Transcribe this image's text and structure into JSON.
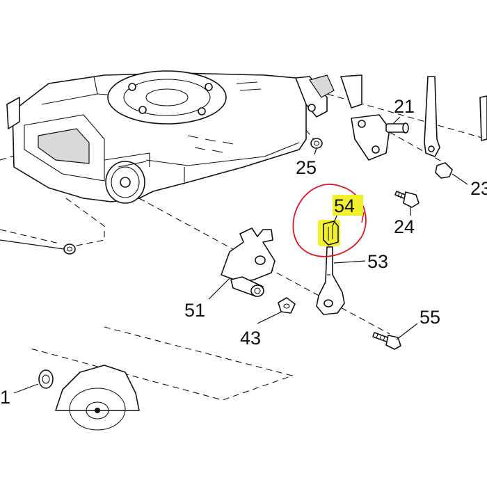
{
  "diagram": {
    "labels": [
      {
        "id": "21",
        "text": "21"
      },
      {
        "id": "23",
        "text": "23"
      },
      {
        "id": "24",
        "text": "24"
      },
      {
        "id": "25",
        "text": "25"
      },
      {
        "id": "54",
        "text": "54",
        "highlighted": true
      },
      {
        "id": "53",
        "text": "53"
      },
      {
        "id": "51",
        "text": "51"
      },
      {
        "id": "55",
        "text": "55"
      },
      {
        "id": "43",
        "text": "43"
      },
      {
        "id": "1",
        "text": "1"
      }
    ],
    "highlight_color": "#f2f02a",
    "circle_color": "#e0141e"
  }
}
